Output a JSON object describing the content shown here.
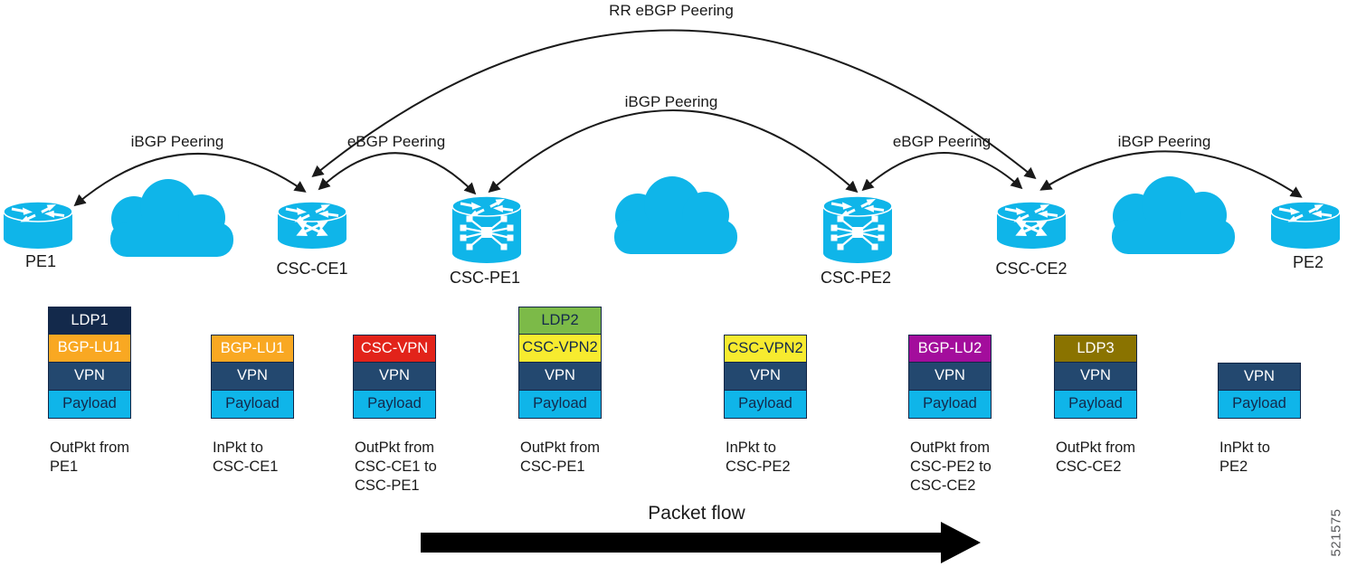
{
  "figure_number": "521575",
  "packet_flow_label": "Packet flow",
  "colors": {
    "cisco_blue": "#0FB5E9",
    "navy_dark": "#13294B",
    "navy": "#23486F",
    "orange": "#F9A822",
    "red": "#E2231A",
    "green": "#7CBA48",
    "yellow": "#F7EB2F",
    "magenta": "#A30D9C",
    "olive": "#8A7300",
    "line_ink": "#1A1A1A"
  },
  "peerings": {
    "rr_ebgp": "RR eBGP Peering",
    "mid_ibgp": "iBGP Peering",
    "left_ibgp": "iBGP Peering",
    "left_ebgp": "eBGP Peering",
    "right_ebgp": "eBGP Peering",
    "right_ibgp": "iBGP Peering"
  },
  "nodes": {
    "pe1": "PE1",
    "csc_ce1": "CSC-CE1",
    "csc_pe1": "CSC-PE1",
    "csc_pe2": "CSC-PE2",
    "csc_ce2": "CSC-CE2",
    "pe2": "PE2"
  },
  "stacks": [
    {
      "caption": [
        "OutPkt from",
        "PE1"
      ],
      "rows": [
        {
          "text": "LDP1",
          "bg": "#13294B",
          "fg": "#FFFFFF"
        },
        {
          "text": "BGP-LU1",
          "bg": "#F9A822",
          "fg": "#FFFFFF"
        },
        {
          "text": "VPN",
          "bg": "#23486F",
          "fg": "#FFFFFF"
        },
        {
          "text": "Payload",
          "bg": "#0FB5E9",
          "fg": "#13294B"
        }
      ]
    },
    {
      "caption": [
        "InPkt to",
        "CSC-CE1"
      ],
      "rows": [
        {
          "text": "BGP-LU1",
          "bg": "#F9A822",
          "fg": "#FFFFFF"
        },
        {
          "text": "VPN",
          "bg": "#23486F",
          "fg": "#FFFFFF"
        },
        {
          "text": "Payload",
          "bg": "#0FB5E9",
          "fg": "#13294B"
        }
      ]
    },
    {
      "caption": [
        "OutPkt from",
        "CSC-CE1 to",
        "CSC-PE1"
      ],
      "rows": [
        {
          "text": "CSC-VPN",
          "bg": "#E2231A",
          "fg": "#FFFFFF"
        },
        {
          "text": "VPN",
          "bg": "#23486F",
          "fg": "#FFFFFF"
        },
        {
          "text": "Payload",
          "bg": "#0FB5E9",
          "fg": "#13294B"
        }
      ]
    },
    {
      "caption": [
        "OutPkt from",
        "CSC-PE1"
      ],
      "rows": [
        {
          "text": "LDP2",
          "bg": "#7CBA48",
          "fg": "#13294B"
        },
        {
          "text": "CSC-VPN2",
          "bg": "#F7EB2F",
          "fg": "#13294B"
        },
        {
          "text": "VPN",
          "bg": "#23486F",
          "fg": "#FFFFFF"
        },
        {
          "text": "Payload",
          "bg": "#0FB5E9",
          "fg": "#13294B"
        }
      ]
    },
    {
      "caption": [
        "InPkt to",
        "CSC-PE2"
      ],
      "rows": [
        {
          "text": "CSC-VPN2",
          "bg": "#F7EB2F",
          "fg": "#13294B"
        },
        {
          "text": "VPN",
          "bg": "#23486F",
          "fg": "#FFFFFF"
        },
        {
          "text": "Payload",
          "bg": "#0FB5E9",
          "fg": "#13294B"
        }
      ]
    },
    {
      "caption": [
        "OutPkt from",
        "CSC-PE2 to",
        "CSC-CE2"
      ],
      "rows": [
        {
          "text": "BGP-LU2",
          "bg": "#A30D9C",
          "fg": "#FFFFFF"
        },
        {
          "text": "VPN",
          "bg": "#23486F",
          "fg": "#FFFFFF"
        },
        {
          "text": "Payload",
          "bg": "#0FB5E9",
          "fg": "#13294B"
        }
      ]
    },
    {
      "caption": [
        "OutPkt from",
        "CSC-CE2"
      ],
      "rows": [
        {
          "text": "LDP3",
          "bg": "#8A7300",
          "fg": "#FFFFFF"
        },
        {
          "text": "VPN",
          "bg": "#23486F",
          "fg": "#FFFFFF"
        },
        {
          "text": "Payload",
          "bg": "#0FB5E9",
          "fg": "#13294B"
        }
      ]
    },
    {
      "caption": [
        "InPkt to",
        "PE2"
      ],
      "rows": [
        {
          "text": "VPN",
          "bg": "#23486F",
          "fg": "#FFFFFF"
        },
        {
          "text": "Payload",
          "bg": "#0FB5E9",
          "fg": "#13294B"
        }
      ]
    }
  ]
}
